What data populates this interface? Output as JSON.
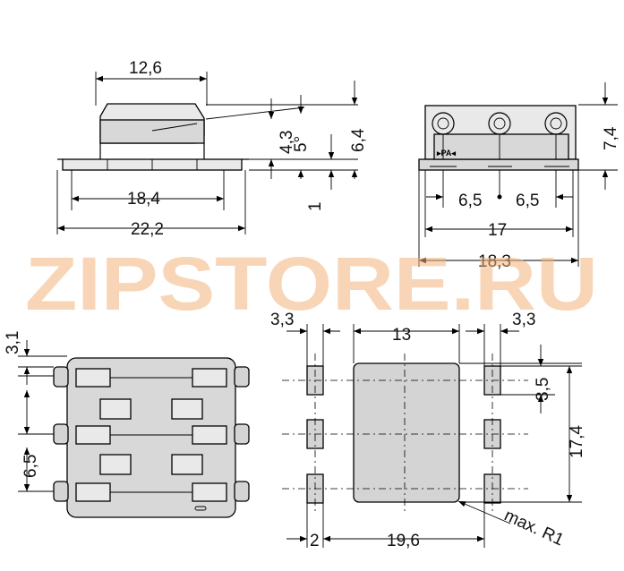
{
  "watermark": "ZIPSTORE.RU",
  "side_view": {
    "top_width": "12,6",
    "base_width": "18,4",
    "overall_width": "22,2",
    "height_a": "4,3",
    "angle": "5°",
    "height_b": "6,4",
    "base_thickness": "1"
  },
  "front_view": {
    "height": "7,4",
    "pitch_left": "6,5",
    "pitch_right": "6,5",
    "inner_width": "17",
    "outer_width": "18,3",
    "marking": "▸PA◂"
  },
  "bottom_view": {
    "top_offset": "3,1",
    "pitch": "6,5"
  },
  "footprint": {
    "pad_width_left": "3,3",
    "center_width": "13",
    "pad_width_right": "3,3",
    "pad_height": "3,5",
    "overall_height": "17,4",
    "pad_size": "2",
    "overall_width": "19,6",
    "corner_radius": "max. R1"
  },
  "colors": {
    "watermark": "#f3b27a",
    "body": "#d8d8d8",
    "line": "#000000"
  }
}
